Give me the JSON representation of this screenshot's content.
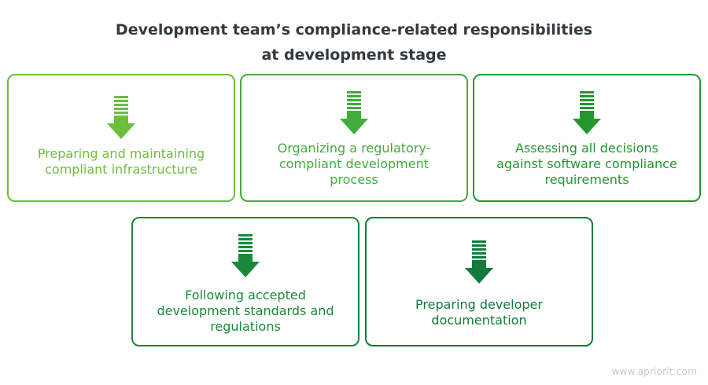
{
  "title": {
    "line1": "Development team’s compliance-related responsibilities",
    "line2": "at development stage"
  },
  "cards": [
    {
      "id": "infrastructure",
      "color": "#6abf3c",
      "icon": "arrow-down-icon",
      "lines": [
        "Preparing and maintaining",
        "compliant infrastructure"
      ]
    },
    {
      "id": "process",
      "color": "#41ad3c",
      "icon": "arrow-down-icon",
      "lines": [
        "Organizing a regulatory-",
        "compliant development",
        "process"
      ]
    },
    {
      "id": "assessing",
      "color": "#23972e",
      "icon": "arrow-down-icon",
      "lines": [
        "Assessing all decisions",
        "against software compliance",
        "requirements"
      ]
    },
    {
      "id": "standards",
      "color": "#1a8a3a",
      "icon": "arrow-down-icon",
      "lines": [
        "Following accepted",
        "development standards and",
        "regulations"
      ]
    },
    {
      "id": "documentation",
      "color": "#137a3c",
      "icon": "arrow-down-icon",
      "lines": [
        "Preparing developer",
        "documentation"
      ]
    }
  ],
  "watermark": "www.apriorit.com"
}
